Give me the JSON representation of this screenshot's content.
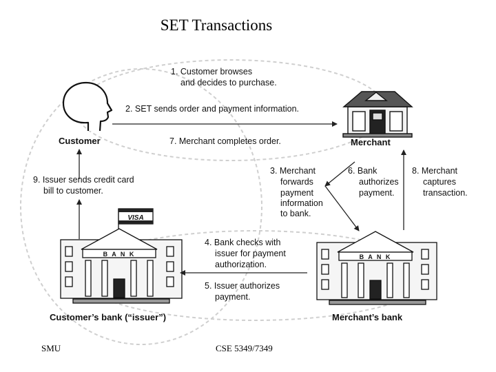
{
  "title": "SET Transactions",
  "parties": {
    "customer": "Customer",
    "merchant": "Merchant",
    "customers_bank": "Customer’s bank (“issuer”)",
    "merchants_bank": "Merchant’s bank"
  },
  "bank_sign": "B A N K",
  "card_brand": "VISA",
  "steps": [
    {
      "lines": [
        "1. Customer browses",
        "and decides to purchase."
      ]
    },
    {
      "lines": [
        "2. SET sends order and payment information."
      ]
    },
    {
      "lines": [
        "3. Merchant",
        "forwards",
        "payment",
        "information",
        "to bank."
      ]
    },
    {
      "lines": [
        "4. Bank checks with",
        "issuer for payment",
        "authorization."
      ]
    },
    {
      "lines": [
        "5. Issuer authorizes",
        "payment."
      ]
    },
    {
      "lines": [
        "6. Bank",
        "authorizes",
        "payment."
      ]
    },
    {
      "lines": [
        "7. Merchant completes order."
      ]
    },
    {
      "lines": [
        "8. Merchant",
        "captures",
        "transaction."
      ]
    },
    {
      "lines": [
        "9. Issuer sends credit card",
        "bill to customer."
      ]
    }
  ],
  "footer": {
    "left": "SMU",
    "center": "CSE 5349/7349"
  }
}
